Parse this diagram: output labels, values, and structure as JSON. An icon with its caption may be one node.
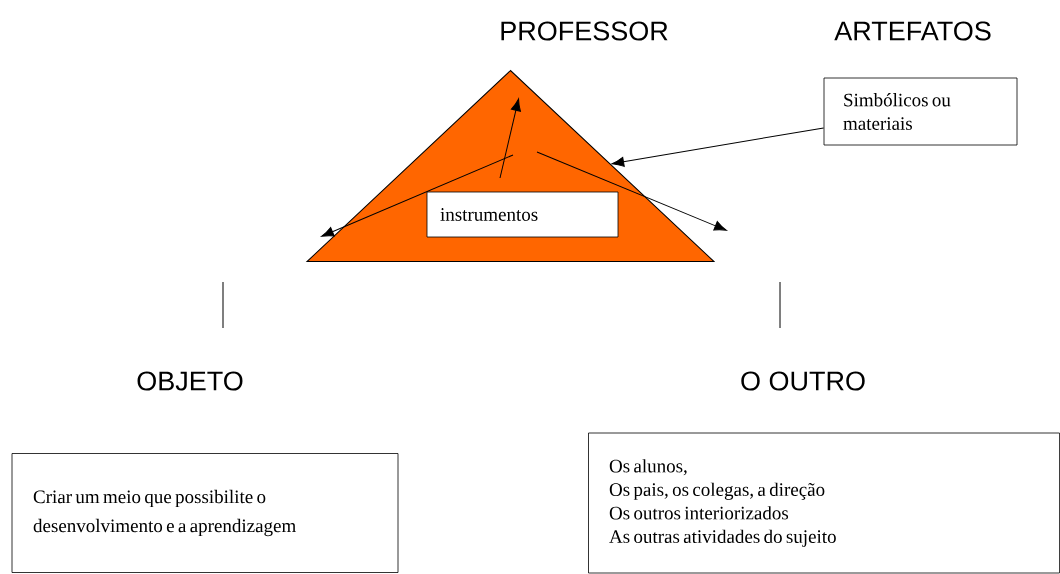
{
  "diagram": {
    "nodes": [
      {
        "text": [
          "PROFESSOR"
        ]
      },
      {
        "text": [
          "ARTEFATOS",
          "Simbólicos ou materiais"
        ]
      },
      {
        "text": [
          "instrumentos"
        ],
        "in": 0
      },
      {
        "text": [
          "OBJETO"
        ]
      },
      {
        "text": [
          "O OUTRO"
        ]
      },
      {
        "text": [
          "Criar um meio que possibilite o desenvolvimento e a aprendizagem"
        ]
      },
      {
        "text": [
          "Os alunos,",
          "Os pais, os colegas, a direção",
          "Os outros interiorizados",
          "As outras atividades do sujeito"
        ]
      }
    ],
    "edges": [
      {
        "from": 1,
        "to": 0,
        "arrow": "to"
      }
    ]
  }
}
